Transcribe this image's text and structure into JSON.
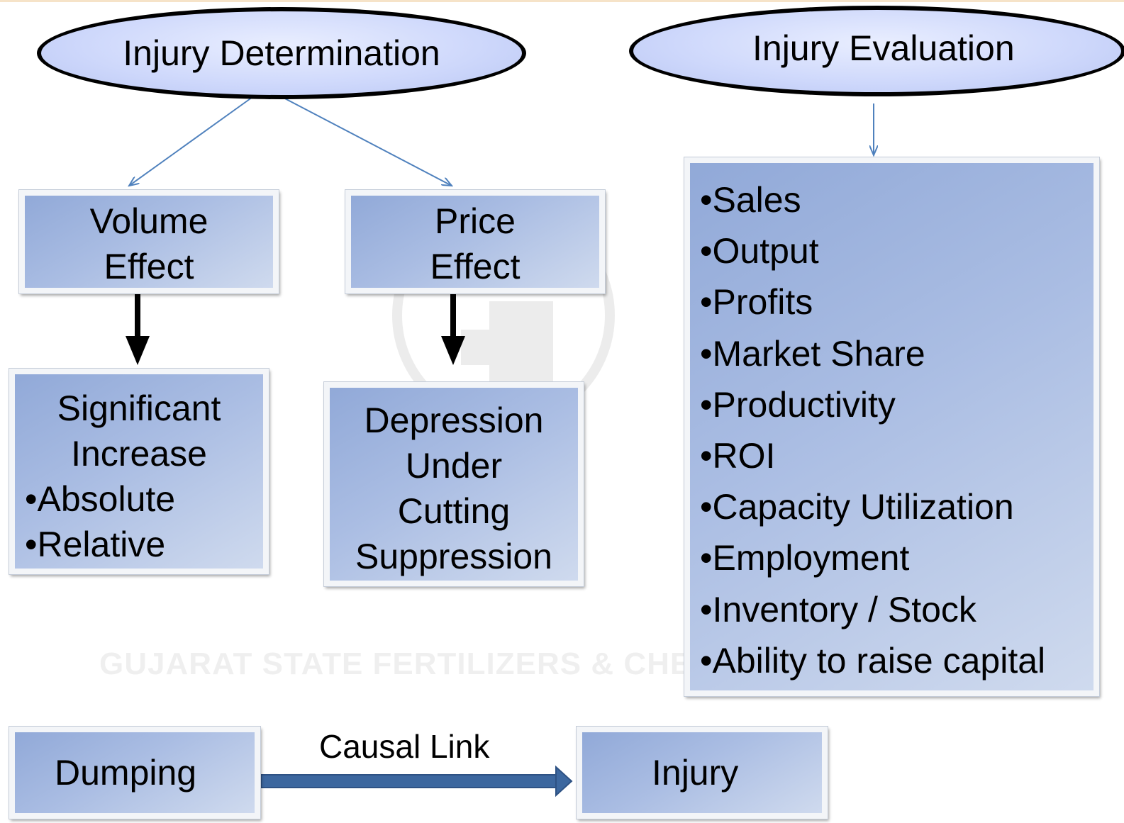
{
  "watermark": {
    "text": "GUJARAT STATE FERTILIZERS & CHEMICALS LIMITED",
    "logo_icon": "gsfc-logo-icon"
  },
  "ovals": {
    "determination": "Injury Determination",
    "evaluation": "Injury Evaluation"
  },
  "boxes": {
    "volume_effect": [
      "Volume",
      "Effect"
    ],
    "price_effect": [
      "Price",
      "Effect"
    ],
    "significant_increase": {
      "title": [
        "Significant",
        "Increase"
      ],
      "bullets": [
        "•Absolute",
        "•Relative"
      ]
    },
    "depression": [
      "Depression",
      "Under",
      "Cutting",
      "Suppression"
    ],
    "evaluation_factors": [
      "•Sales",
      "•Output",
      "•Profits",
      "•Market Share",
      "•Productivity",
      "•ROI",
      "•Capacity Utilization",
      "•Employment",
      "•Inventory / Stock",
      "•Ability to raise capital"
    ],
    "dumping": "Dumping",
    "injury": "Injury"
  },
  "causal_link_label": "Causal Link",
  "colors": {
    "thin_arrow": "#4f81bd",
    "causal_arrow": "#3c679f",
    "box_fill_dark": "#91a9d8",
    "box_fill_light": "#cfdaee",
    "oval_fill": "#cdd7fb"
  }
}
